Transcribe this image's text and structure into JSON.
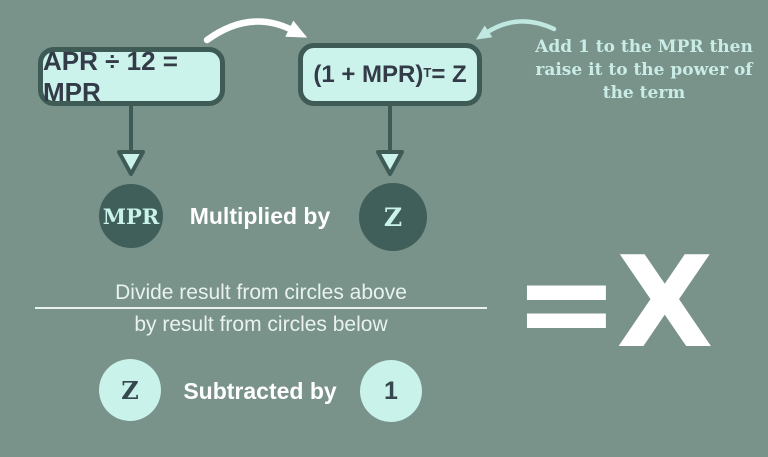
{
  "top": {
    "left_formula": "APR ÷ 12 = MPR",
    "right_formula_base": "(1 + MPR)",
    "right_formula_exponent": "T",
    "right_formula_result": "= Z",
    "annotation_line1": "Add 1 to the MPR then",
    "annotation_line2": "raise it to the power of the term"
  },
  "middle_row": {
    "left_circle": "MPR",
    "operation": "Multiplied by",
    "right_circle": "Z"
  },
  "fraction": {
    "numerator_caption": "Divide result from circles above",
    "denominator_caption": "by result from circles below"
  },
  "result": {
    "equals_x": "=X"
  },
  "bottom_row": {
    "left_circle": "Z",
    "operation": "Subtracted by",
    "right_circle": "1"
  },
  "icons": {
    "curved_arrow_right": "curved-arrow-right-icon",
    "curved_arrow_left": "curved-arrow-left-icon",
    "down_arrow": "down-arrow-icon"
  },
  "colors": {
    "background": "#79928a",
    "mint_fill": "#ccf3eb",
    "mint_text": "#c9ede6",
    "dark_teal": "#405f5a",
    "box_border": "#3e5b56",
    "dark_text": "#323b47",
    "white": "#ffffff"
  }
}
